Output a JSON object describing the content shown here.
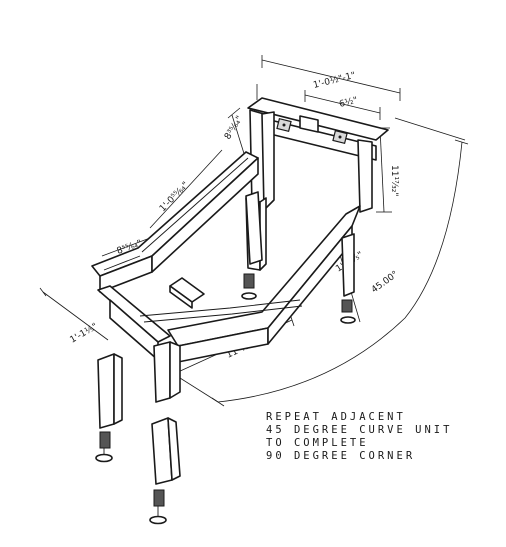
{
  "note": {
    "line1": "REPEAT ADJACENT",
    "line2": "45 DEGREE CURVE UNIT",
    "line3": "TO COMPLETE",
    "line4": "90 DEGREE CORNER"
  },
  "dimensions": {
    "overall_width": "1'-0½\"-1\"",
    "inner_width": "6½\"",
    "rear_depth": "8³⁵⁄₆₄\"",
    "side_long": "1'-0⁵⁵⁄₆₄\"",
    "side_front": "8⁵⁵⁄₆₄\"",
    "right_height": "11¹⁷⁄₃₂\"",
    "leg_height_right": "1'-6⅕\"",
    "leg_height_left": "1'-1⅕\"",
    "front_span": "11¹⁷⁄₃₂\"",
    "angle": "45.00°"
  }
}
